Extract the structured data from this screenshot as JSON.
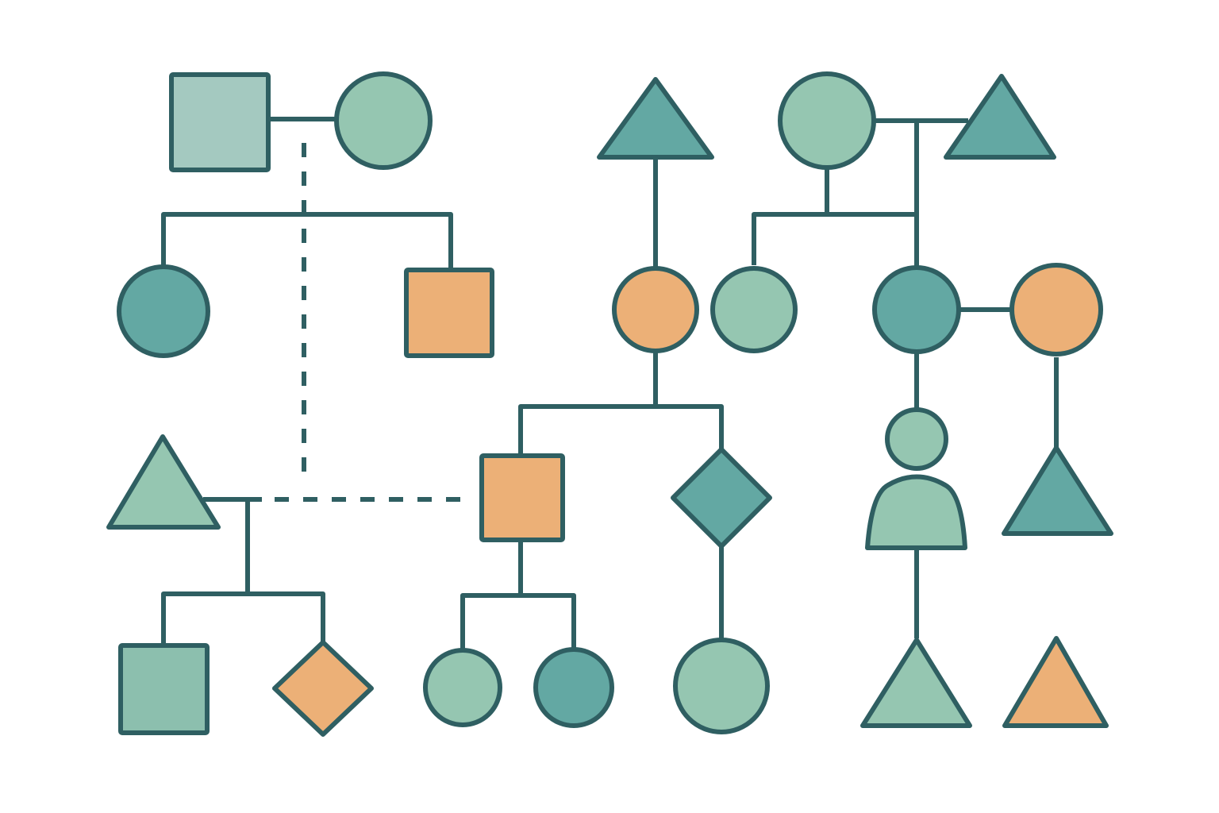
{
  "colors": {
    "stroke": "#2f5f62",
    "light_green": "#95c6b1",
    "teal": "#63a8a3",
    "orange": "#ecb077",
    "gray_green": "#a4c9c0",
    "sage": "#8cbfae",
    "background": "#ffffff"
  },
  "nodes": [
    {
      "id": "grandfather-left",
      "shape": "square",
      "fill": "gray_green"
    },
    {
      "id": "grandmother-left",
      "shape": "circle",
      "fill": "light_green"
    },
    {
      "id": "child-left-female",
      "shape": "circle",
      "fill": "teal"
    },
    {
      "id": "child-left-male",
      "shape": "square",
      "fill": "orange"
    },
    {
      "id": "ancestor-triangle-center",
      "shape": "triangle",
      "fill": "teal"
    },
    {
      "id": "center-female",
      "shape": "circle",
      "fill": "orange"
    },
    {
      "id": "right-mother",
      "shape": "circle",
      "fill": "light_green"
    },
    {
      "id": "right-father-triangle",
      "shape": "triangle",
      "fill": "teal"
    },
    {
      "id": "right-child-1",
      "shape": "circle",
      "fill": "light_green"
    },
    {
      "id": "right-child-2",
      "shape": "circle",
      "fill": "teal"
    },
    {
      "id": "right-spouse",
      "shape": "circle",
      "fill": "orange"
    },
    {
      "id": "left-triangle-parent",
      "shape": "triangle",
      "fill": "light_green"
    },
    {
      "id": "center-male",
      "shape": "square",
      "fill": "orange"
    },
    {
      "id": "center-diamond",
      "shape": "diamond",
      "fill": "teal"
    },
    {
      "id": "person-figure",
      "shape": "person",
      "fill": "light_green"
    },
    {
      "id": "spouse-child-triangle",
      "shape": "triangle",
      "fill": "teal"
    },
    {
      "id": "bottom-left-square",
      "shape": "square",
      "fill": "sage"
    },
    {
      "id": "bottom-left-diamond",
      "shape": "diamond",
      "fill": "orange"
    },
    {
      "id": "bottom-center-circle-1",
      "shape": "circle",
      "fill": "light_green"
    },
    {
      "id": "bottom-center-circle-2",
      "shape": "circle",
      "fill": "teal"
    },
    {
      "id": "bottom-diamond-child",
      "shape": "circle",
      "fill": "light_green"
    },
    {
      "id": "bottom-person-child",
      "shape": "triangle",
      "fill": "light_green"
    },
    {
      "id": "bottom-right-triangle",
      "shape": "triangle",
      "fill": "orange"
    }
  ]
}
